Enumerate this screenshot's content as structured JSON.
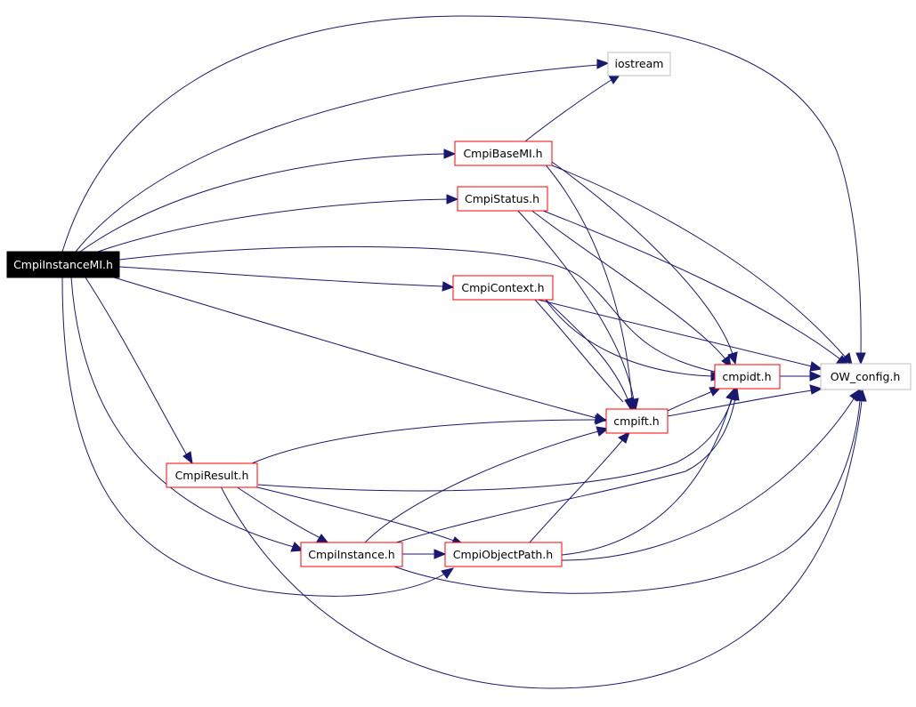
{
  "colors": {
    "edge": "#191970",
    "node_border": "#ff0000",
    "node_border_plain": "#bfbfbf",
    "root_fill": "#000000",
    "root_text": "#ffffff"
  },
  "nodes": {
    "root": {
      "label": "CmpiInstanceMI.h"
    },
    "iostream": {
      "label": "iostream"
    },
    "basemi": {
      "label": "CmpiBaseMI.h"
    },
    "status": {
      "label": "CmpiStatus.h"
    },
    "context": {
      "label": "CmpiContext.h"
    },
    "cmpidt": {
      "label": "cmpidt.h"
    },
    "owconfig": {
      "label": "OW_config.h"
    },
    "cmpift": {
      "label": "cmpift.h"
    },
    "result": {
      "label": "CmpiResult.h"
    },
    "instance": {
      "label": "CmpiInstance.h"
    },
    "objpath": {
      "label": "CmpiObjectPath.h"
    }
  },
  "edges": [
    [
      "root",
      "iostream"
    ],
    [
      "root",
      "basemi"
    ],
    [
      "root",
      "status"
    ],
    [
      "root",
      "context"
    ],
    [
      "root",
      "cmpidt"
    ],
    [
      "root",
      "owconfig"
    ],
    [
      "root",
      "cmpift"
    ],
    [
      "root",
      "result"
    ],
    [
      "root",
      "instance"
    ],
    [
      "root",
      "objpath"
    ],
    [
      "basemi",
      "iostream"
    ],
    [
      "basemi",
      "cmpift"
    ],
    [
      "basemi",
      "cmpidt"
    ],
    [
      "basemi",
      "owconfig"
    ],
    [
      "status",
      "cmpift"
    ],
    [
      "status",
      "cmpidt"
    ],
    [
      "status",
      "owconfig"
    ],
    [
      "context",
      "cmpift"
    ],
    [
      "context",
      "cmpidt"
    ],
    [
      "context",
      "owconfig"
    ],
    [
      "cmpidt",
      "owconfig"
    ],
    [
      "cmpift",
      "cmpidt"
    ],
    [
      "cmpift",
      "owconfig"
    ],
    [
      "result",
      "cmpift"
    ],
    [
      "result",
      "cmpidt"
    ],
    [
      "result",
      "instance"
    ],
    [
      "result",
      "objpath"
    ],
    [
      "result",
      "owconfig"
    ],
    [
      "instance",
      "cmpift"
    ],
    [
      "instance",
      "cmpidt"
    ],
    [
      "instance",
      "objpath"
    ],
    [
      "instance",
      "owconfig"
    ],
    [
      "objpath",
      "cmpift"
    ],
    [
      "objpath",
      "cmpidt"
    ],
    [
      "objpath",
      "owconfig"
    ]
  ]
}
